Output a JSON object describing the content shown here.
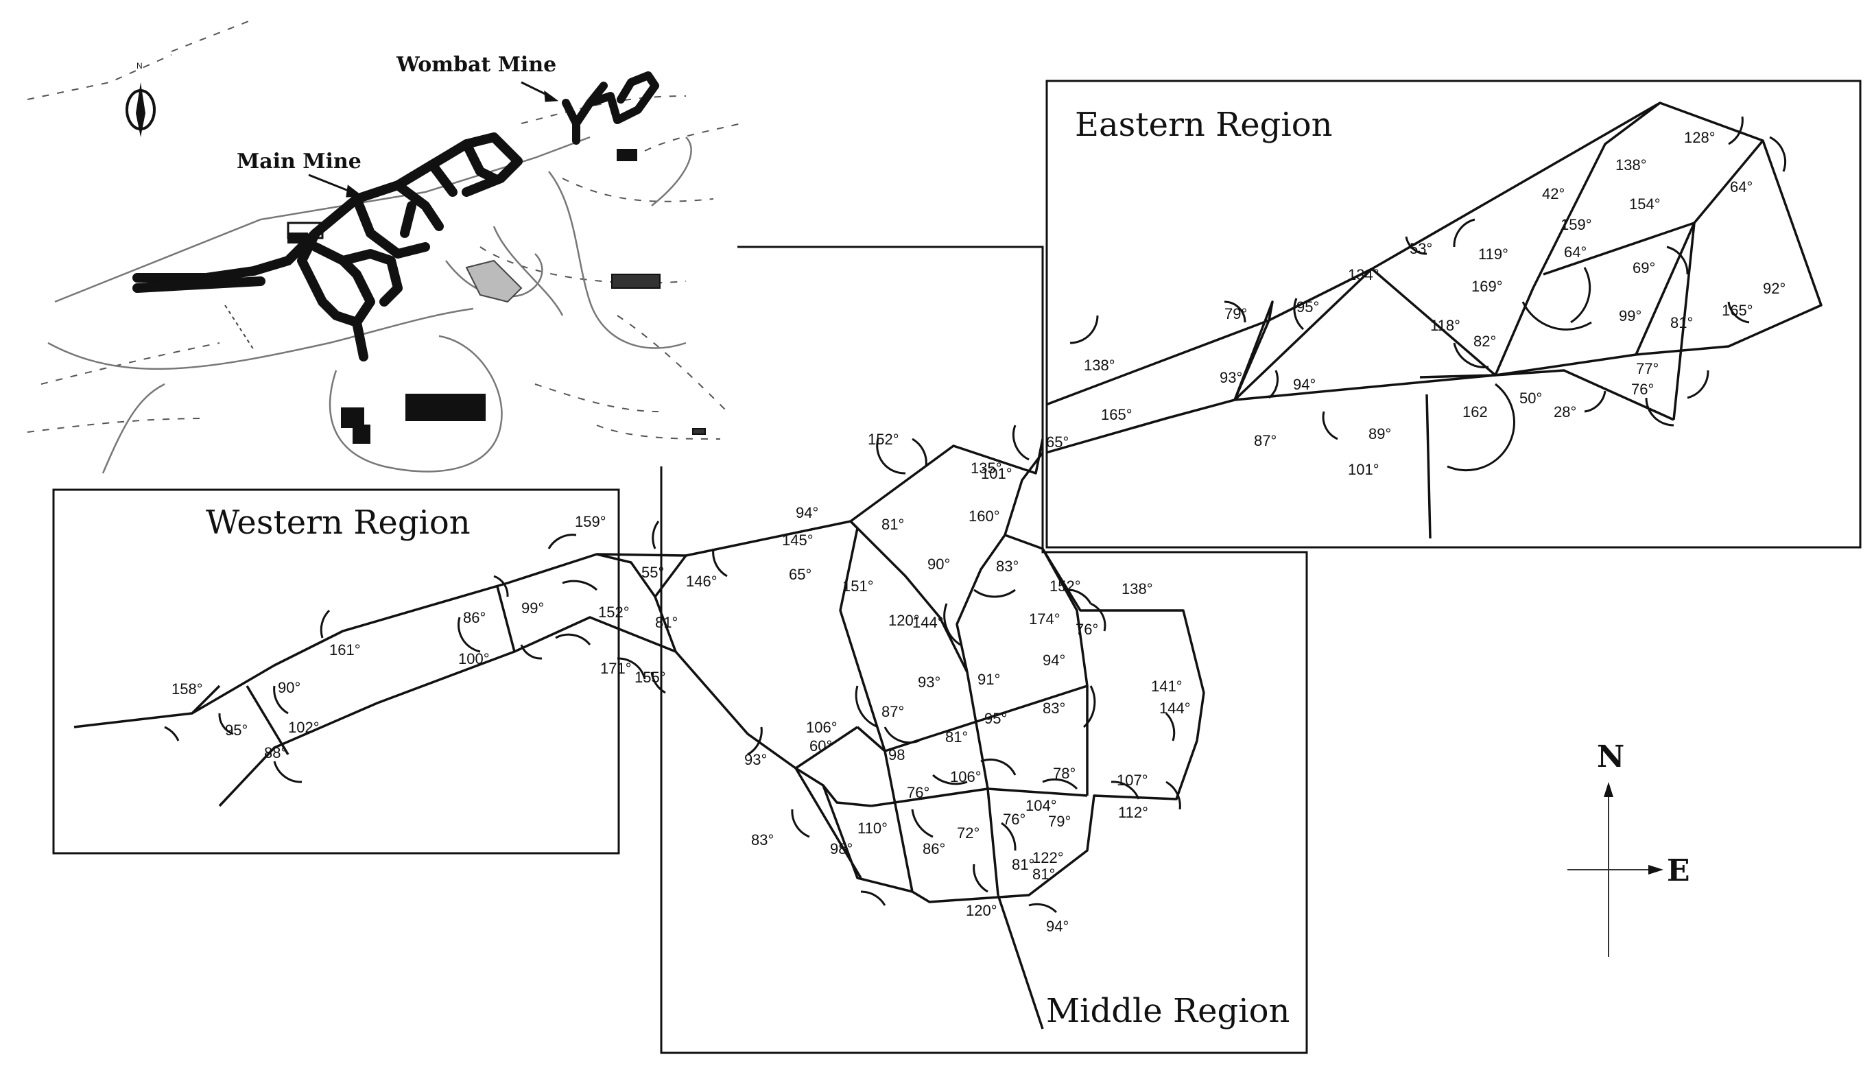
{
  "inset_map": {
    "north_letter": "N",
    "wombat_label": "Wombat Mine",
    "main_label": "Main Mine"
  },
  "regions": {
    "eastern": {
      "title": "Eastern Region"
    },
    "western": {
      "title": "Western Region"
    },
    "middle": {
      "title": "Middle Region"
    }
  },
  "compass": {
    "north": "N",
    "east": "E"
  },
  "angles": {
    "eastern": [
      "128°",
      "138°",
      "64°",
      "42°",
      "154°",
      "53°",
      "119°",
      "159°",
      "64°",
      "134°",
      "69°",
      "169°",
      "92°",
      "79°",
      "95°",
      "118°",
      "82°",
      "99°",
      "81°",
      "165°",
      "138°",
      "93°",
      "94°",
      "77°",
      "76°",
      "165°",
      "50°",
      "162",
      "28°",
      "65°",
      "87°",
      "89°",
      "101°"
    ],
    "western": [
      "159°",
      "55°",
      "146°",
      "86°",
      "99°",
      "152°",
      "161°",
      "81°",
      "100°",
      "171°",
      "155°",
      "158°",
      "90°",
      "95°",
      "102°",
      "88°"
    ],
    "middle": [
      "152°",
      "135°",
      "101°",
      "94°",
      "81°",
      "160°",
      "145°",
      "65°",
      "90°",
      "83°",
      "151°",
      "152°",
      "138°",
      "120°",
      "144°",
      "174°",
      "76°",
      "94°",
      "93°",
      "91°",
      "141°",
      "87°",
      "144°",
      "106°",
      "60°",
      "81°",
      "95°",
      "83°",
      "93°",
      "98",
      "106°",
      "78°",
      "107°",
      "76°",
      "104°",
      "76°",
      "79°",
      "112°",
      "83°",
      "110°",
      "72°",
      "98°",
      "86°",
      "81°",
      "122°",
      "81°",
      "120°",
      "94°"
    ]
  }
}
